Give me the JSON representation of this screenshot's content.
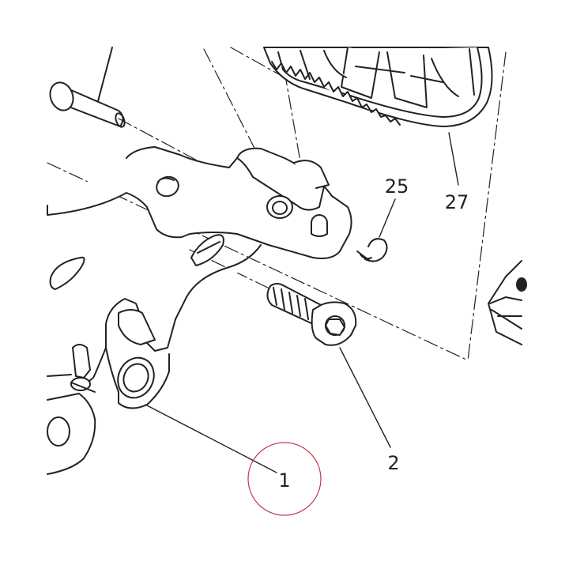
{
  "diagram": {
    "callouts": [
      {
        "label": "1",
        "part": "footpeg-bracket"
      },
      {
        "label": "2",
        "part": "socket-head-screw"
      },
      {
        "label": "25",
        "part": "circlip"
      },
      {
        "label": "27",
        "part": "footpeg"
      }
    ],
    "highlight_color": "#c0394b",
    "line_color": "#222222"
  }
}
